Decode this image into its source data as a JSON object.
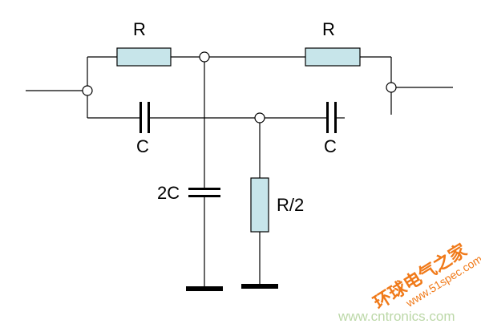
{
  "colors": {
    "resistor_fill": "#c7e5ea",
    "watermark": "#f07a1a",
    "watermark_secondary": "#bcd8a8"
  },
  "labels": {
    "r_left": "R",
    "r_right": "R",
    "c_left": "C",
    "c_right": "C",
    "c_center": "2C",
    "r_center": "R/2"
  },
  "watermark": {
    "brand": "环球电气之家",
    "url": "www.51spec.com",
    "domain": "www.cntronics.com"
  }
}
